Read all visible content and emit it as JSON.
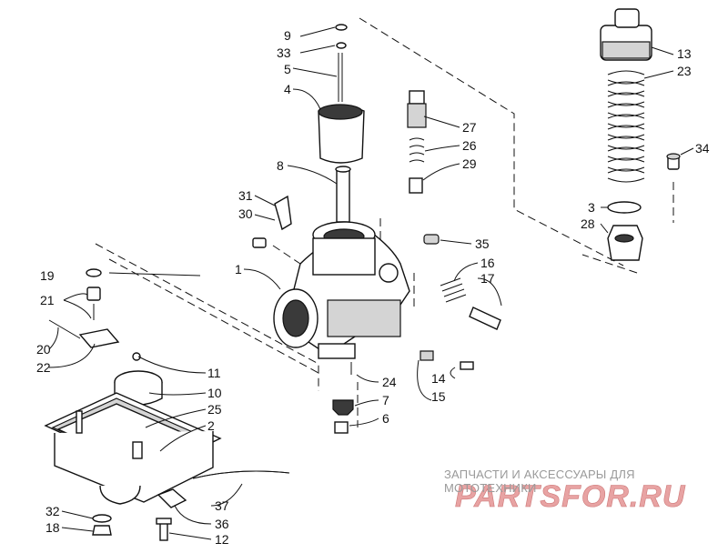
{
  "callouts": [
    "1",
    "2",
    "3",
    "4",
    "5",
    "6",
    "7",
    "8",
    "9",
    "10",
    "11",
    "12",
    "13",
    "14",
    "15",
    "16",
    "17",
    "18",
    "19",
    "20",
    "21",
    "22",
    "23",
    "24",
    "25",
    "26",
    "27",
    "28",
    "29",
    "30",
    "31",
    "32",
    "33",
    "34",
    "35",
    "36",
    "37"
  ],
  "watermark": {
    "tagline": "ЗАПЧАСТИ И АКСЕССУАРЫ ДЛЯ МОТОТЕХНИКИ",
    "brand": "PARTSFOR.RU",
    "color": "#e8a3a3"
  }
}
